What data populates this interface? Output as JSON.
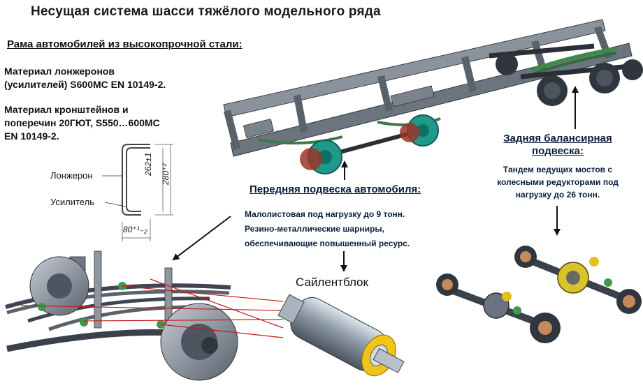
{
  "title": "Несущая система шасси тяжёлого модельного ряда",
  "frame": {
    "heading": "Рама автомобилей из высокопрочной стали:",
    "material_1": [
      "Материал лонжеронов",
      "(усилителей) S600MC EN 10149-2."
    ],
    "material_2": [
      "Материал кронштейнов и",
      "поперечин 20ГЮТ, S550…600MC",
      "EN 10149-2."
    ]
  },
  "profile": {
    "label_spar": "Лонжерон",
    "label_reinforcement": "Усилитель",
    "dim_height_1": "262±1",
    "dim_height_2": "280⁺²",
    "dim_width": "80⁺¹₋₂"
  },
  "front_suspension": {
    "heading": "Передняя подвеска  автомобиля:",
    "lines": [
      "Малолистовая под нагрузку до 9 тонн.",
      "Резино-металлические шарниры,",
      "обеспечивающие  повышенный ресурс."
    ]
  },
  "rear_suspension": {
    "heading_line1": "Задняя балансирная",
    "heading_line2": "подвеска:",
    "lines": [
      "Тандем ведущих мостов с",
      "колесными редукторами под",
      "нагрузку  до 26 тонн."
    ]
  },
  "silent_block": {
    "label": "Сайлентблок"
  },
  "colors": {
    "frame": "#5c6470",
    "hub_green": "#1f9a8a",
    "hub_red": "#9a3428",
    "arrow": "#111111",
    "red_lines": "#c21a1a",
    "bushing_yellow": "#f0c419"
  }
}
